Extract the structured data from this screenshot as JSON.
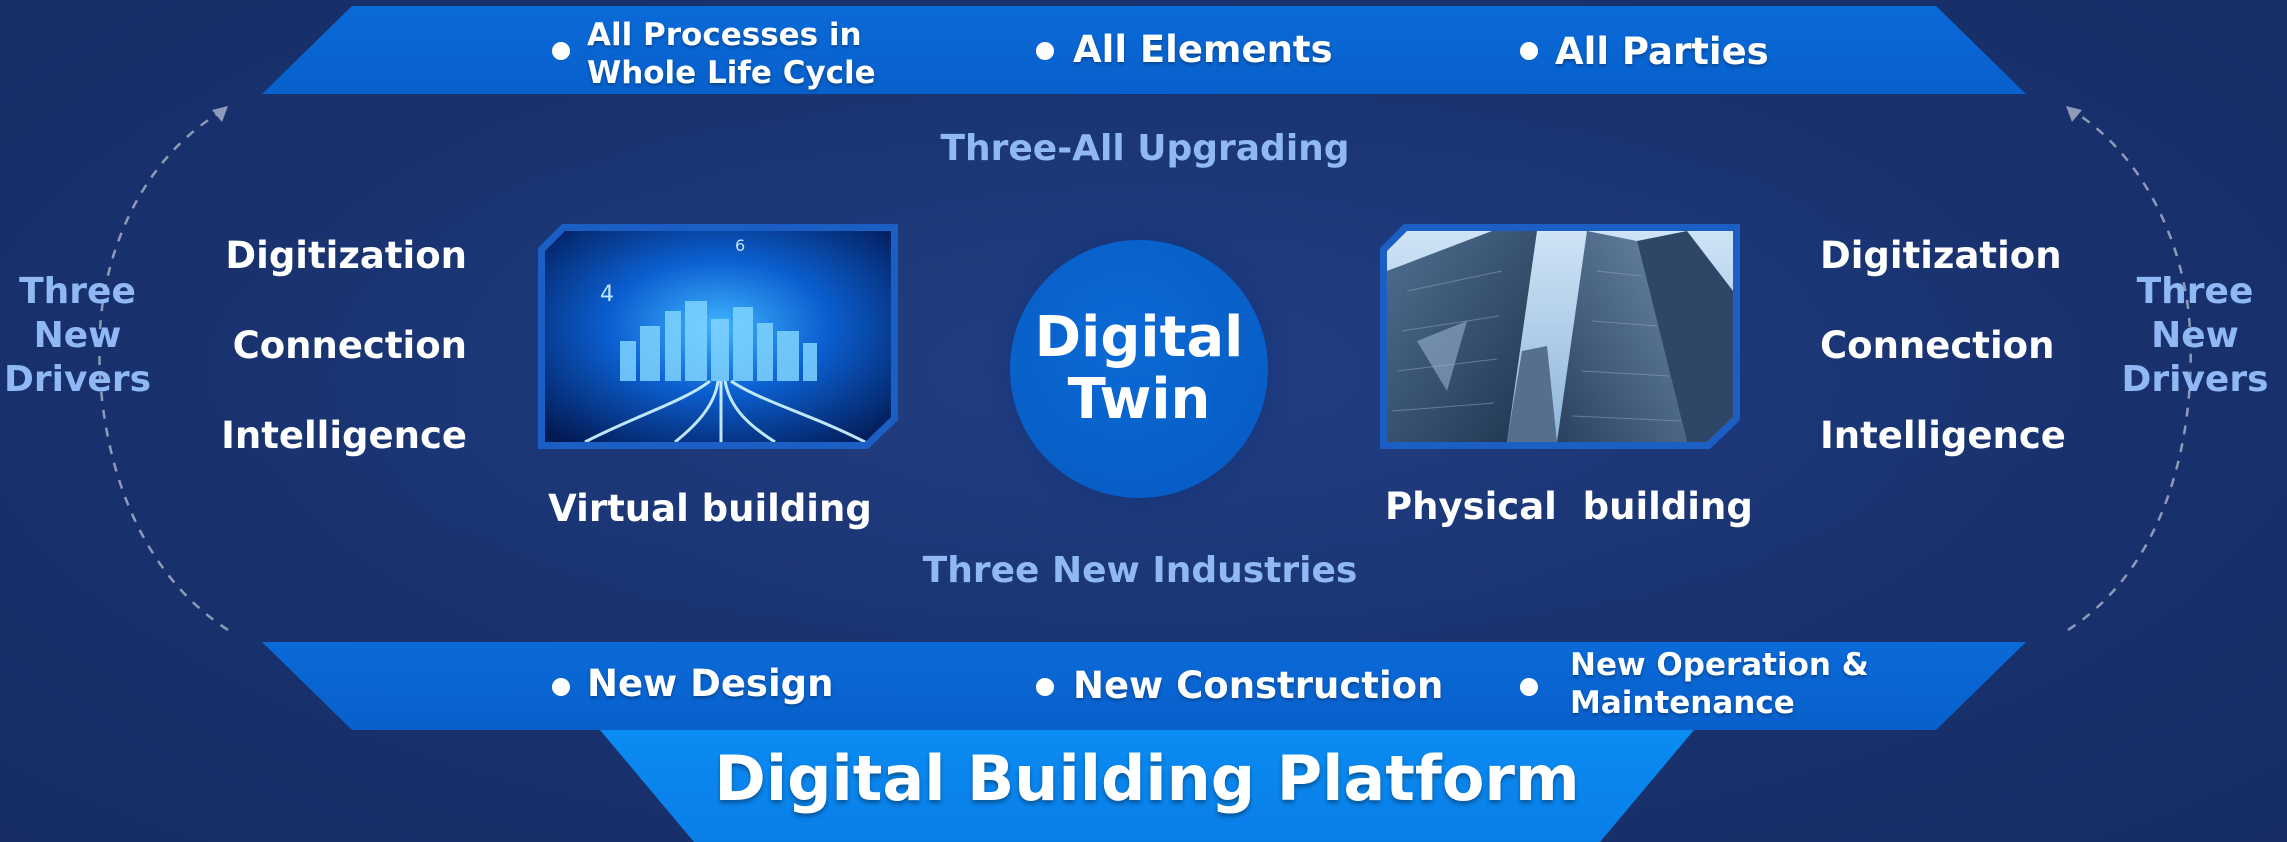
{
  "top_band": {
    "items": [
      {
        "label": "All Processes in\nWhole Life Cycle"
      },
      {
        "label": "All Elements"
      },
      {
        "label": "All Parties"
      }
    ]
  },
  "upgrading_label": "Three-All Upgrading",
  "industries_label": "Three New Industries",
  "bottom_band": {
    "items": [
      {
        "label": "New Design"
      },
      {
        "label": "New Construction"
      },
      {
        "label": "New Operation &\nMaintenance"
      }
    ]
  },
  "platform_title": "Digital Building Platform",
  "center_label": "Digital\nTwin",
  "left_drivers_label": "Three\nNew\nDrivers",
  "right_drivers_label": "Three\nNew\nDrivers",
  "left_list": [
    "Digitization",
    "Connection",
    "Intelligence"
  ],
  "right_list": [
    "Digitization",
    "Connection",
    "Intelligence"
  ],
  "virtual_caption": "Virtual building",
  "physical_caption": "Physical  building",
  "colors": {
    "background": "#1a3472",
    "band": "#0a64d4",
    "platform": "#0a84ee",
    "accent_text": "#8fb8f5",
    "center_circle": "#0a62cc"
  },
  "icons": [
    "virtual-city-image",
    "physical-skyscrapers-image",
    "dashed-arc-arrow-icon"
  ]
}
